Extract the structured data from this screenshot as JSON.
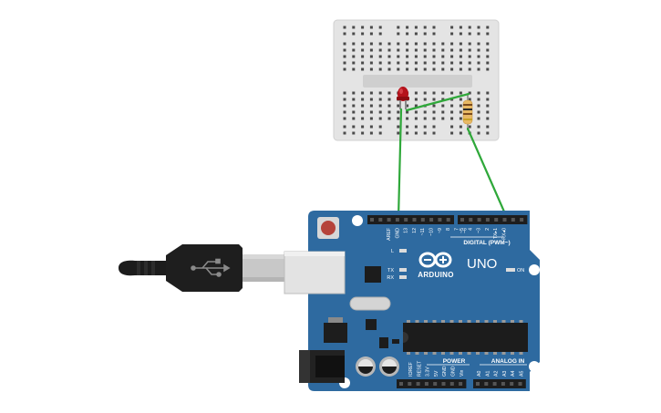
{
  "board": {
    "brand": "ARDUINO",
    "model": "UNO",
    "digital_label": "DIGITAL (PWM~)",
    "power_label": "POWER",
    "analog_label": "ANALOG IN",
    "on_label": "ON",
    "led_l_label": "L",
    "led_tx_label": "TX",
    "led_rx_label": "RX",
    "digital_pins": [
      "AREF",
      "GND",
      "13",
      "12",
      "~11",
      "~10",
      "~9",
      "8",
      "7",
      "~6",
      "~5",
      "4",
      "~3",
      "2",
      "TX▸1",
      "RX◂0"
    ],
    "power_pins": [
      "IOREF",
      "RESET",
      "3.3V",
      "5V",
      "GND",
      "GND",
      "Vin"
    ],
    "analog_pins": [
      "A0",
      "A1",
      "A2",
      "A3",
      "A4",
      "A5"
    ]
  },
  "breadboard": {
    "type": "mini breadboard"
  },
  "components": {
    "led": {
      "color": "#b5121b"
    },
    "resistor": {
      "body_color": "#e8b964"
    },
    "wire_color": "#2fa83a",
    "board_color": "#2e6aa0",
    "usb_cable": {
      "connector": "USB-B"
    }
  }
}
